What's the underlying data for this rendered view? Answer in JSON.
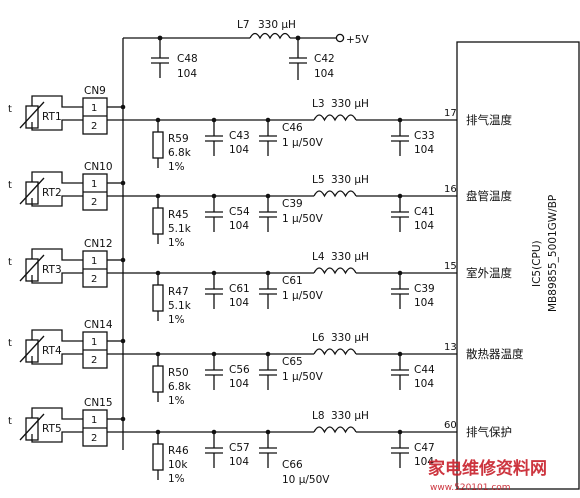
{
  "supply": {
    "inductor": "L7",
    "inductor_value": "330 μH",
    "cap": "C48",
    "cap_value": "104",
    "cap2": "C42",
    "cap2_value": "104",
    "voltage": "+5V"
  },
  "ic": {
    "ref": "IC5(CPU)",
    "part": "MB89855_5001GW/BP"
  },
  "channels": [
    {
      "sensor": "RT1",
      "connector": "CN9",
      "resistor": "R59",
      "r_value": "6.8k",
      "r_tol": "1%",
      "cap_a": "C43",
      "cap_a_value": "104",
      "cap_b": "C46",
      "cap_b_value": "1 μ/50V",
      "inductor": "L3",
      "inductor_value": "330 μH",
      "cap_c": "C33",
      "cap_c_value": "104",
      "pin": "17",
      "signal": "排气温度"
    },
    {
      "sensor": "RT2",
      "connector": "CN10",
      "resistor": "R45",
      "r_value": "5.1k",
      "r_tol": "1%",
      "cap_a": "C54",
      "cap_a_value": "104",
      "cap_b": "C39",
      "cap_b_value": "1 μ/50V",
      "inductor": "L5",
      "inductor_value": "330 μH",
      "cap_c": "C41",
      "cap_c_value": "104",
      "pin": "16",
      "signal": "盘管温度"
    },
    {
      "sensor": "RT3",
      "connector": "CN12",
      "resistor": "R47",
      "r_value": "5.1k",
      "r_tol": "1%",
      "cap_a": "C61",
      "cap_a_value": "104",
      "cap_b": "C61",
      "cap_b_value": "1 μ/50V",
      "inductor": "L4",
      "inductor_value": "330 μH",
      "cap_c": "C39",
      "cap_c_value": "104",
      "pin": "15",
      "signal": "室外温度"
    },
    {
      "sensor": "RT4",
      "connector": "CN14",
      "resistor": "R50",
      "r_value": "6.8k",
      "r_tol": "1%",
      "cap_a": "C56",
      "cap_a_value": "104",
      "cap_b": "C65",
      "cap_b_value": "1 μ/50V",
      "inductor": "L6",
      "inductor_value": "330 μH",
      "cap_c": "C44",
      "cap_c_value": "104",
      "pin": "13",
      "signal": "散热器温度"
    },
    {
      "sensor": "RT5",
      "connector": "CN15",
      "resistor": "R46",
      "r_value": "10k",
      "r_tol": "1%",
      "cap_a": "C57",
      "cap_a_value": "104",
      "cap_b": "C66",
      "cap_b_value": "10 μ/50V",
      "inductor": "L8",
      "inductor_value": "330 μH",
      "cap_c": "C47",
      "cap_c_value": "104",
      "pin": "60",
      "signal": "排气保护"
    }
  ],
  "thermistor_mark": "t",
  "connector_pins": [
    "1",
    "2"
  ],
  "watermark": {
    "text": "家电维修资料网",
    "url": "www.520101.com"
  }
}
